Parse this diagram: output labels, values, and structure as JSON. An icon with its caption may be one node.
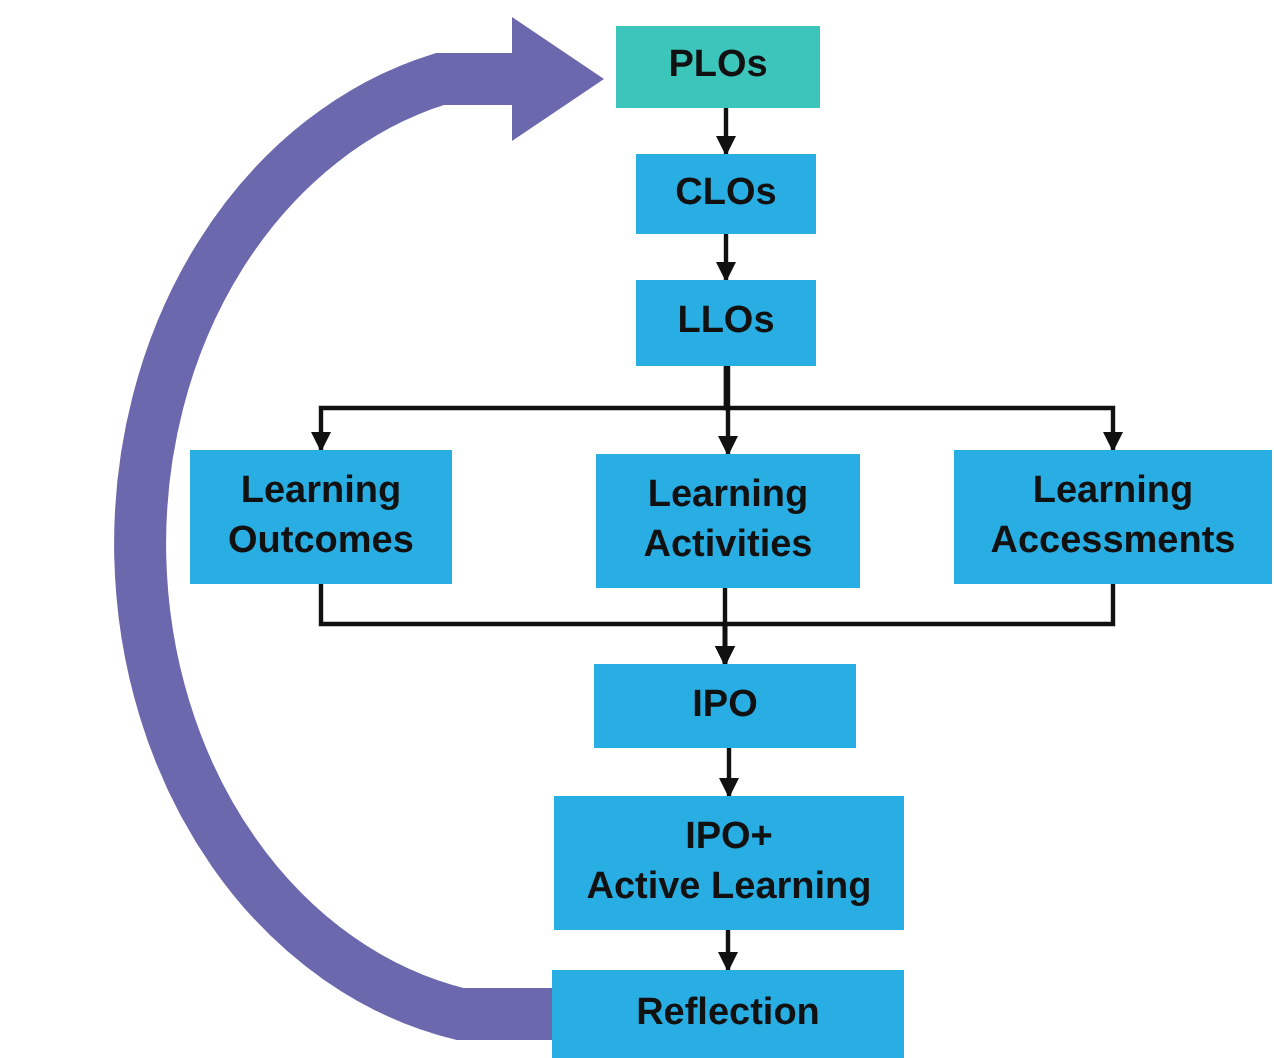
{
  "diagram": {
    "nodes": [
      {
        "text": [
          "PLOs"
        ]
      },
      {
        "text": [
          "CLOs"
        ]
      },
      {
        "text": [
          "LLOs"
        ]
      },
      {
        "text": [
          "Learning Outcomes"
        ]
      },
      {
        "text": [
          "Learning Activities"
        ]
      },
      {
        "text": [
          "Learning Accessments"
        ]
      },
      {
        "text": [
          "IPO"
        ]
      },
      {
        "text": [
          "IPO+",
          "Active Learning"
        ]
      },
      {
        "text": [
          "Reflection"
        ]
      }
    ],
    "edges": [
      {
        "from": 0,
        "to": 1,
        "arrow": "to"
      },
      {
        "from": 1,
        "to": 2,
        "arrow": "to"
      },
      {
        "from": 2,
        "to": 3,
        "arrow": "to"
      },
      {
        "from": 2,
        "to": 4,
        "arrow": "to"
      },
      {
        "from": 2,
        "to": 5,
        "arrow": "to"
      },
      {
        "from": 3,
        "to": 6,
        "arrow": "to"
      },
      {
        "from": 4,
        "to": 6,
        "arrow": "to"
      },
      {
        "from": 5,
        "to": 6,
        "arrow": "to"
      },
      {
        "from": 6,
        "to": 7,
        "arrow": "to"
      },
      {
        "from": 7,
        "to": 8,
        "arrow": "to"
      },
      {
        "from": 8,
        "to": 0,
        "arrow": "to",
        "style": "thick",
        "color": "#6c68ae"
      }
    ]
  }
}
